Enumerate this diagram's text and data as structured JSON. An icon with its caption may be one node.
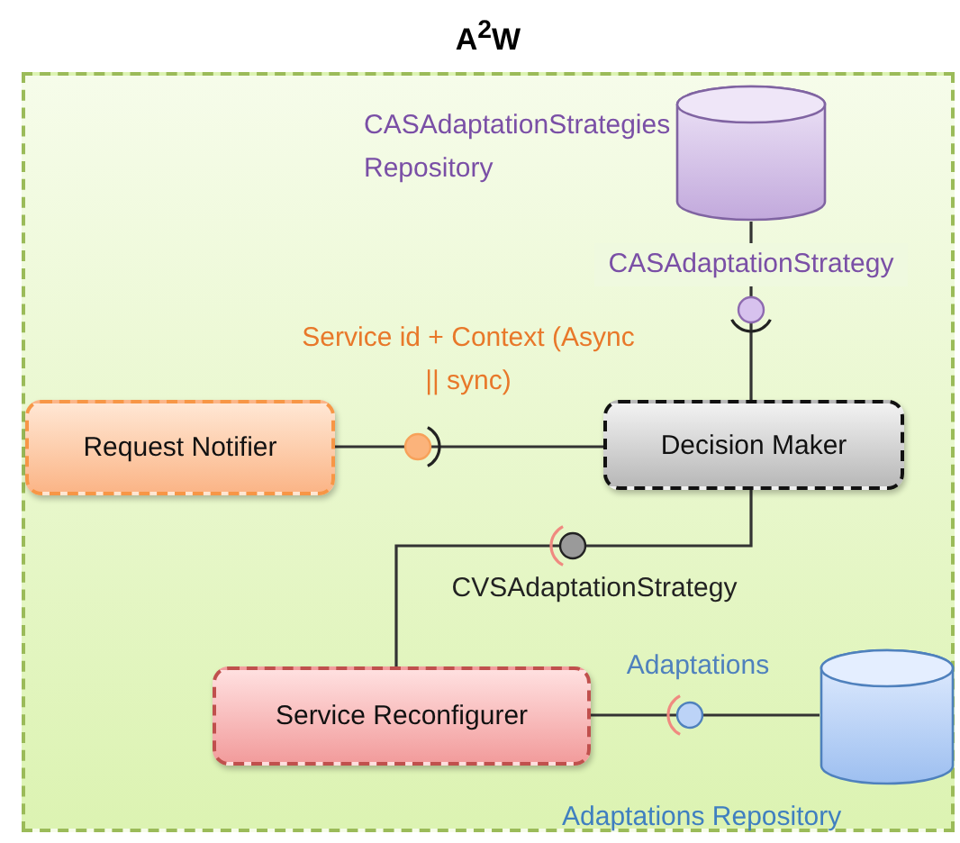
{
  "diagram": {
    "nodes": [
      {
        "text": [
          "A$^{2}$W"
        ]
      },
      {
        "text": [],
        "shape": "cylinder",
        "beside": [
          "CASAdaptationStrategies Repository"
        ],
        "in": 0
      },
      {
        "text": [
          "Request Notifier"
        ],
        "in": 0
      },
      {
        "text": [
          "Decision Maker"
        ],
        "in": 0
      },
      {
        "text": [
          "Service Reconfigurer"
        ],
        "in": 0
      },
      {
        "text": [],
        "shape": "cylinder",
        "beside": [
          "Adaptations Repository"
        ],
        "in": 0
      }
    ],
    "edges": [
      {
        "from": 1,
        "to": 3,
        "arrow": "none",
        "label": "CASAdaptationStrategy"
      },
      {
        "from": 2,
        "to": 3,
        "arrow": "none",
        "label": "Service id + Context (Async || sync)"
      },
      {
        "from": 3,
        "to": 4,
        "arrow": "none",
        "label": "CVSAdaptationStrategy"
      },
      {
        "from": 5,
        "to": 4,
        "arrow": "none",
        "label": "Adaptations"
      }
    ]
  }
}
